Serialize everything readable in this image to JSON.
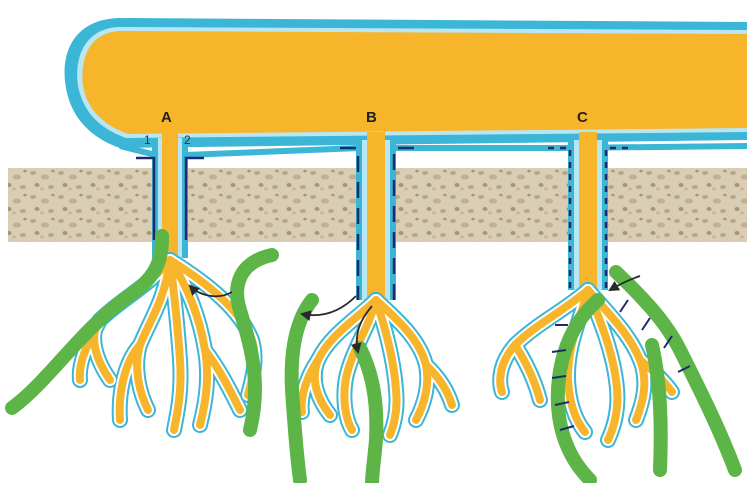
{
  "labels": {
    "site_a": "A",
    "site_b": "B",
    "site_c": "C",
    "marker_1": "1",
    "marker_2": "2"
  },
  "colors": {
    "trunk_fill": "#f7b52c",
    "membrane_outer": "#3cb6d6",
    "membrane_inner": "#b8e6f2",
    "band_fill": "#d9cdb6",
    "band_speckle": "#b9a785",
    "hypha_green": "#5db548",
    "arrow": "#2a2a2a",
    "tick": "#1e2a6b"
  },
  "icons": {
    "arrow_a": "curved-arrow-icon",
    "arrow_b_left": "curved-arrow-icon",
    "arrow_b_down": "curved-arrow-icon",
    "arrow_c": "curved-arrow-icon"
  }
}
